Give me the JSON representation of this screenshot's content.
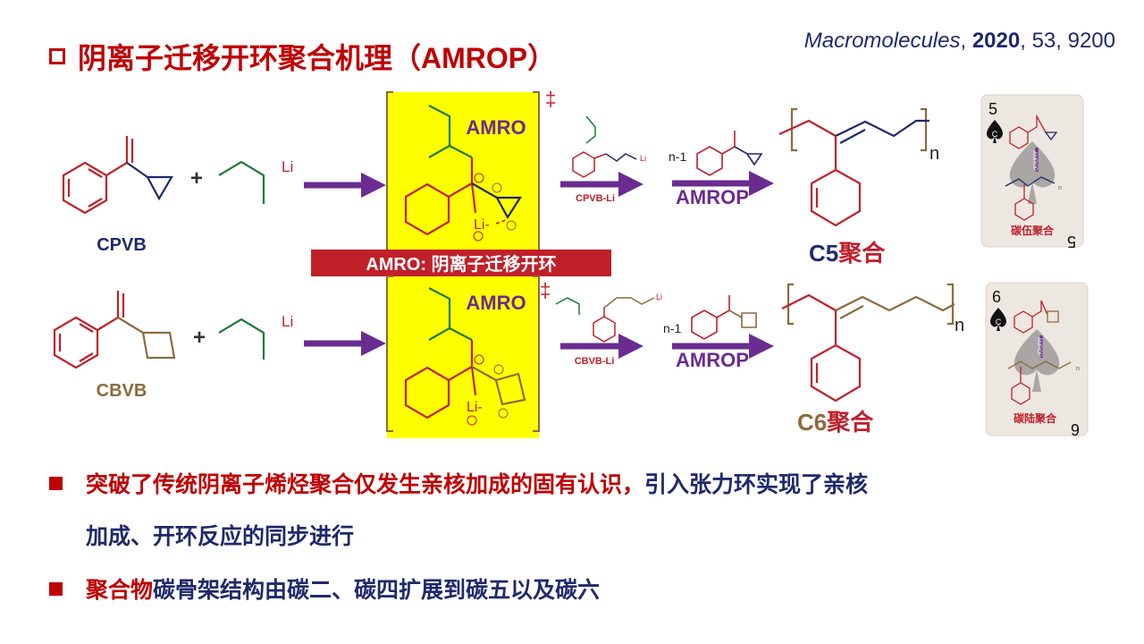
{
  "title": "阴离子迁移开环聚合机理（AMROP）",
  "reference": {
    "journal": "Macromolecules",
    "year": "2020",
    "volume": "53",
    "page": "9200"
  },
  "scheme": {
    "row1": {
      "monomer_label": "CPVB",
      "plus": "+",
      "li": "Li",
      "box_label": "AMRO",
      "dagger": "‡",
      "li_minus": "Li-",
      "intermediate_label": "CPVB-Li",
      "intermediate_li": "Li",
      "n_minus_1": "n-1",
      "process_label": "AMROP",
      "subscript_n": "n",
      "product_prefix": "C5",
      "product_suffix": "聚合"
    },
    "banner": "AMRO: 阴离子迁移开环",
    "row2": {
      "monomer_label": "CBVB",
      "plus": "+",
      "li": "Li",
      "box_label": "AMRO",
      "dagger": "‡",
      "li_minus": "Li-",
      "intermediate_label": "CBVB-Li",
      "intermediate_li": "Li",
      "n_minus_1": "n-1",
      "process_label": "AMROP",
      "subscript_n": "n",
      "product_prefix": "C6",
      "product_suffix": "聚合"
    }
  },
  "cards": [
    {
      "rank": "5",
      "suit_letter": "C",
      "arrow_label": "AMROP",
      "n": "n",
      "caption": "碳伍聚合"
    },
    {
      "rank": "6",
      "suit_letter": "C",
      "arrow_label": "AMROP",
      "n": "n",
      "caption": "碳陆聚合"
    }
  ],
  "bullets": [
    {
      "highlight": "突破了传统阴离子烯烃聚合仅发生亲核加成的固有认识，",
      "rest": "引入张力环实现了亲核",
      "continuation": "加成、开环反应的同步进行"
    },
    {
      "highlight": "聚合物",
      "rest": "碳骨架结构由碳二、碳四扩展到碳五以及碳六"
    }
  ],
  "colors": {
    "red": "#C00000",
    "navy": "#1F2A6B",
    "purple": "#6A2C91",
    "yellow": "#FFFF00",
    "brown": "#8B6B3D",
    "green": "#1E7A3A"
  }
}
